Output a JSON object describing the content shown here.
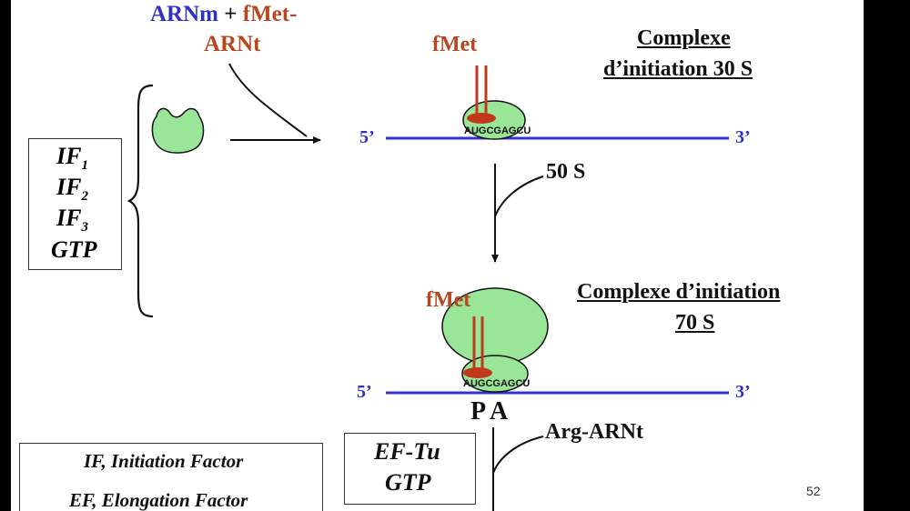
{
  "header": {
    "arnm": "ARNm",
    "plus": " + ",
    "fmet_line1": "fMet-",
    "arnt_line2": "ARNt"
  },
  "factors_box": {
    "items": [
      {
        "base": "IF",
        "sub": "1"
      },
      {
        "base": "IF",
        "sub": "2"
      },
      {
        "base": "IF",
        "sub": "3"
      },
      {
        "base": "GTP",
        "sub": ""
      }
    ]
  },
  "complex30": {
    "title_line1": "Complexe",
    "title_line2": "d’initiation 30 S",
    "fmet": "fMet",
    "sequence": "AUGCGAGCU",
    "end5": "5’",
    "end3": "3’"
  },
  "step50s": {
    "label": "50 S"
  },
  "complex70": {
    "title_line1": "Complexe d’initiation",
    "title_line2": "70 S",
    "fmet": "fMet",
    "sequence": "AUGCGAGCU",
    "end5": "5’",
    "end3": "3’",
    "sites": "P A"
  },
  "elongation": {
    "label": "Arg-ARNt",
    "box_line1": "EF-Tu",
    "box_line2": "GTP"
  },
  "legend": {
    "line1": "IF, Initiation Factor",
    "line2": "EF, Elongation Factor"
  },
  "page_number": "52",
  "colors": {
    "mrna": "#3333cc",
    "trna": "#c0391b",
    "ribosome": "#99e699"
  }
}
